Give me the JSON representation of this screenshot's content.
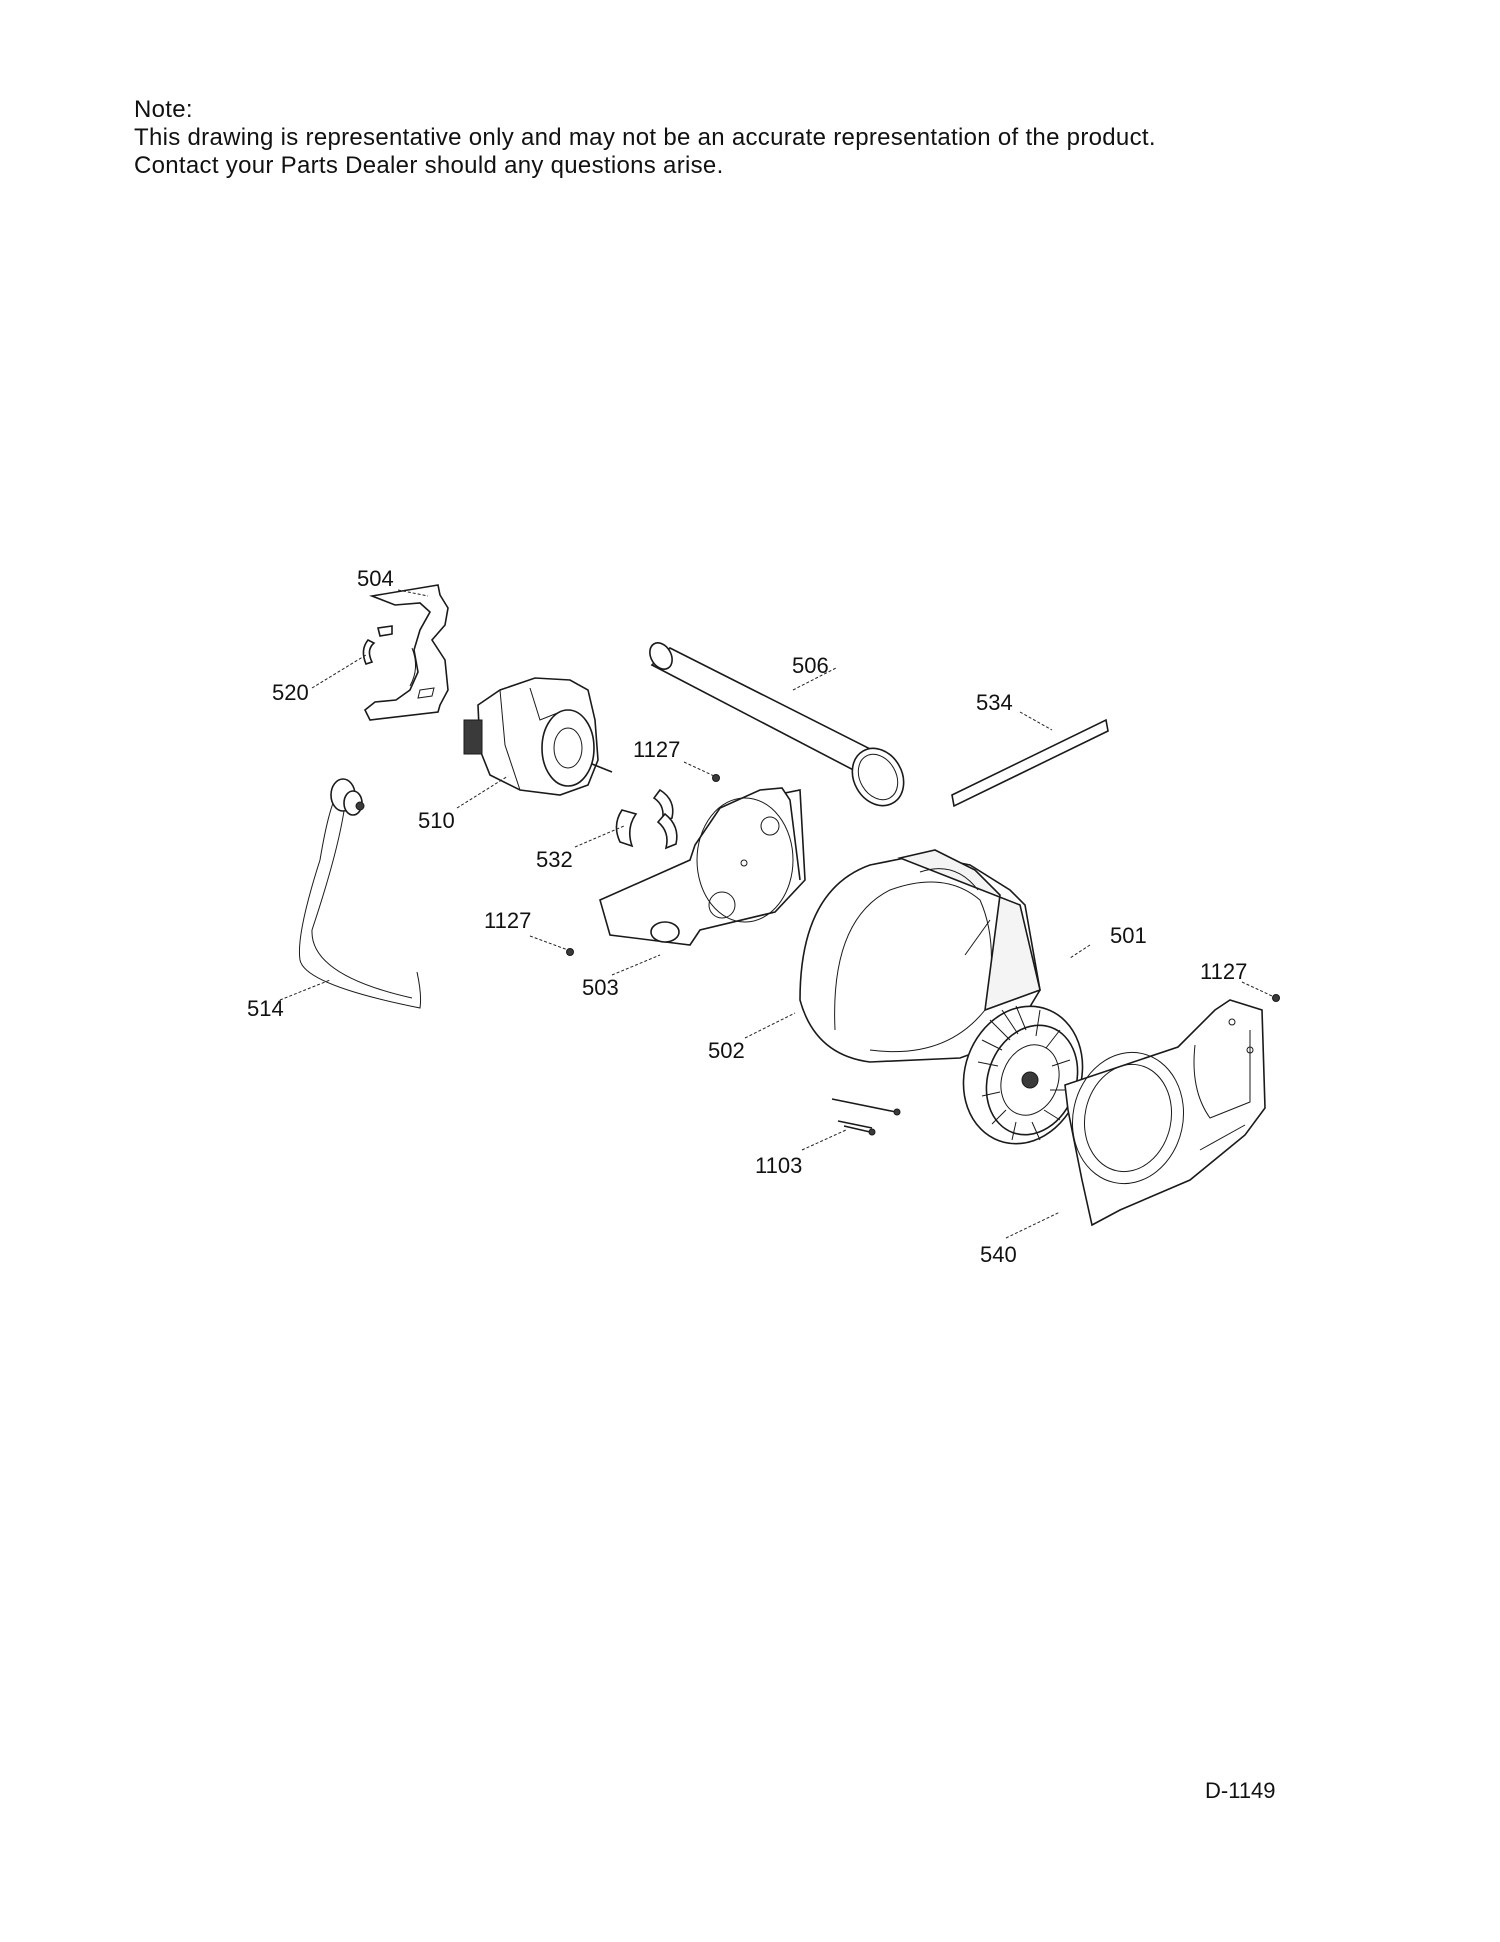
{
  "note": {
    "heading": "Note:",
    "line1": "This drawing is representative only and may not be an accurate representation of the product.",
    "line2": "Contact your Parts Dealer should any questions arise."
  },
  "callouts": {
    "c504": "504",
    "c520": "520",
    "c506": "506",
    "c534": "534",
    "c1127a": "1127",
    "c510": "510",
    "c532": "532",
    "c1127b": "1127",
    "c503": "503",
    "c514": "514",
    "c501": "501",
    "c1127c": "1127",
    "c502": "502",
    "c1103": "1103",
    "c540": "540"
  },
  "drawing_code": "D-1149"
}
